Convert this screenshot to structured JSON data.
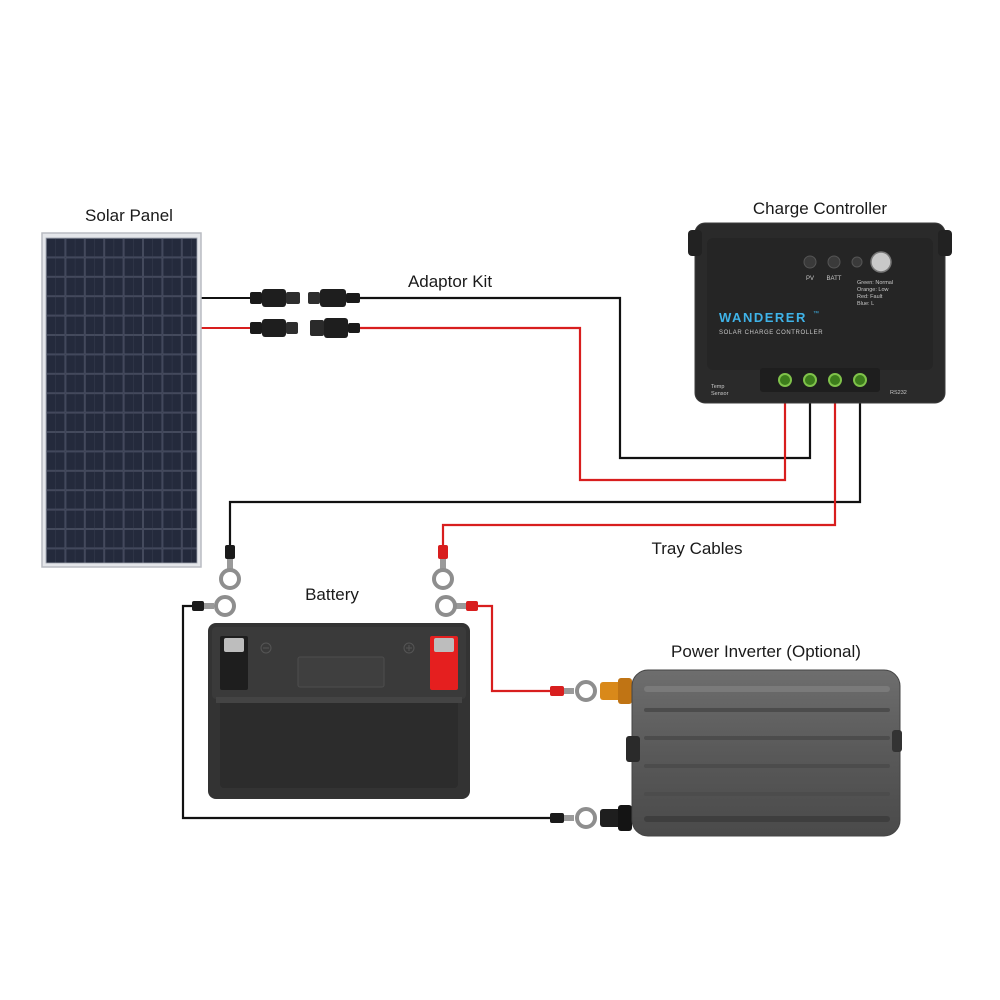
{
  "labels": {
    "solar_panel": "Solar Panel",
    "adaptor_kit": "Adaptor Kit",
    "charge_controller": "Charge Controller",
    "tray_cables": "Tray Cables",
    "battery": "Battery",
    "power_inverter": "Power Inverter (Optional)"
  },
  "controller": {
    "brand": "WANDERER",
    "brand_mark": "™",
    "subtitle": "SOLAR CHARGE CONTROLLER",
    "indicator_pv": "PV",
    "indicator_batt": "BATT",
    "indicator_note_1": "Green: Normal",
    "indicator_note_2": "Orange: Low",
    "indicator_note_3": "Red: Fault",
    "indicator_note_4": "Blue: L",
    "temp_sensor_1": "Temp",
    "temp_sensor_2": "Sensor",
    "port_label": "RS232"
  },
  "wire_colors": {
    "positive": "#d81e1e",
    "negative": "#111111"
  }
}
